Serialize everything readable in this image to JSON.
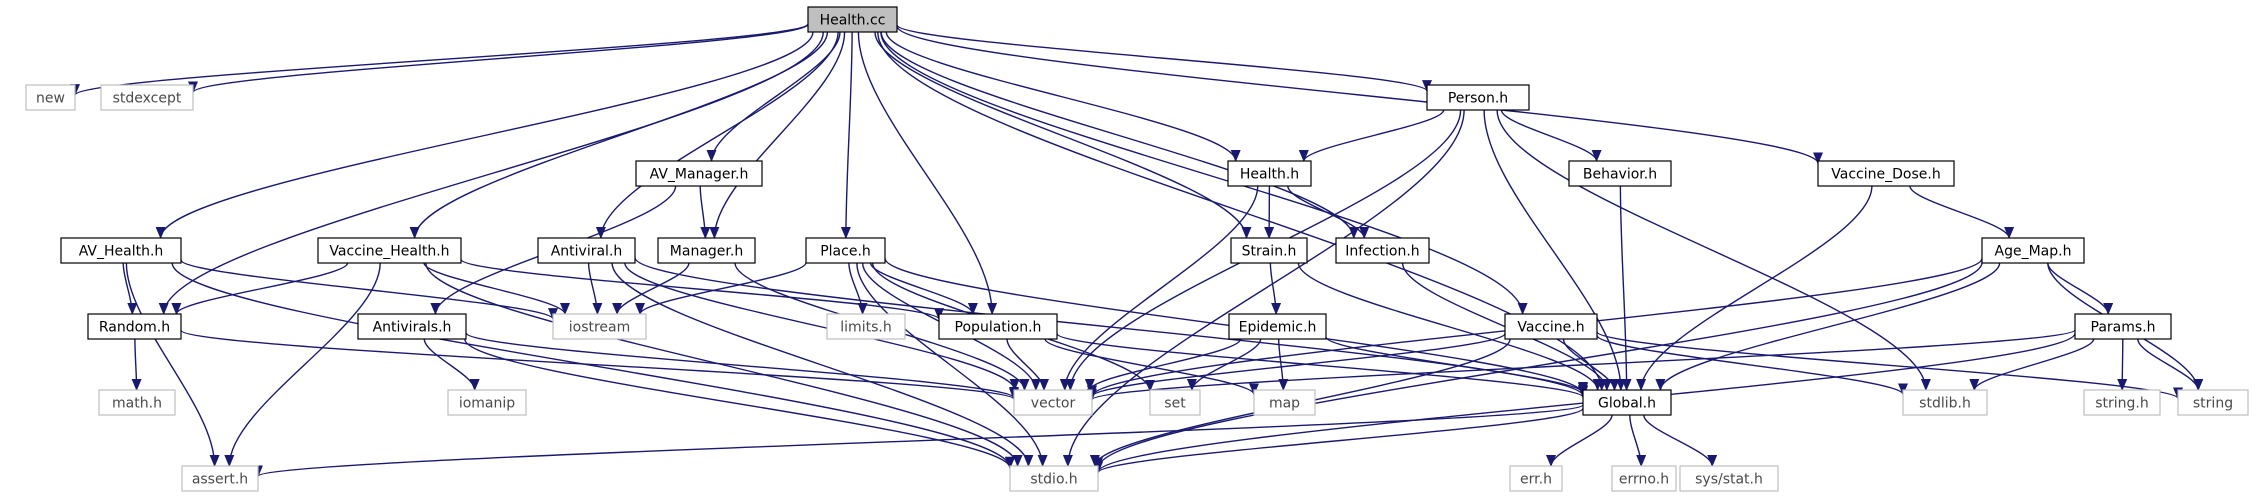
{
  "diagram": {
    "nodes": [
      {
        "id": "health_cc",
        "label": "Health.cc",
        "kind": "root"
      },
      {
        "id": "new",
        "label": "new",
        "kind": "sys"
      },
      {
        "id": "stdexcept",
        "label": "stdexcept",
        "kind": "sys"
      },
      {
        "id": "person_h",
        "label": "Person.h",
        "kind": "local"
      },
      {
        "id": "av_manager_h",
        "label": "AV_Manager.h",
        "kind": "local"
      },
      {
        "id": "health_h",
        "label": "Health.h",
        "kind": "local"
      },
      {
        "id": "behavior_h",
        "label": "Behavior.h",
        "kind": "local"
      },
      {
        "id": "vaccine_dose_h",
        "label": "Vaccine_Dose.h",
        "kind": "local"
      },
      {
        "id": "av_health_h",
        "label": "AV_Health.h",
        "kind": "local"
      },
      {
        "id": "vaccine_health_h",
        "label": "Vaccine_Health.h",
        "kind": "local"
      },
      {
        "id": "antiviral_h",
        "label": "Antiviral.h",
        "kind": "local"
      },
      {
        "id": "manager_h",
        "label": "Manager.h",
        "kind": "local"
      },
      {
        "id": "place_h",
        "label": "Place.h",
        "kind": "local"
      },
      {
        "id": "strain_h",
        "label": "Strain.h",
        "kind": "local"
      },
      {
        "id": "infection_h",
        "label": "Infection.h",
        "kind": "local"
      },
      {
        "id": "age_map_h",
        "label": "Age_Map.h",
        "kind": "local"
      },
      {
        "id": "random_h",
        "label": "Random.h",
        "kind": "local"
      },
      {
        "id": "antivirals_h",
        "label": "Antivirals.h",
        "kind": "local"
      },
      {
        "id": "iostream",
        "label": "iostream",
        "kind": "sys"
      },
      {
        "id": "limits_h",
        "label": "limits.h",
        "kind": "sys"
      },
      {
        "id": "population_h",
        "label": "Population.h",
        "kind": "local"
      },
      {
        "id": "epidemic_h",
        "label": "Epidemic.h",
        "kind": "local"
      },
      {
        "id": "vaccine_h",
        "label": "Vaccine.h",
        "kind": "local"
      },
      {
        "id": "params_h",
        "label": "Params.h",
        "kind": "local"
      },
      {
        "id": "math_h",
        "label": "math.h",
        "kind": "sys"
      },
      {
        "id": "iomanip",
        "label": "iomanip",
        "kind": "sys"
      },
      {
        "id": "vector",
        "label": "vector",
        "kind": "sys"
      },
      {
        "id": "set",
        "label": "set",
        "kind": "sys"
      },
      {
        "id": "map",
        "label": "map",
        "kind": "sys"
      },
      {
        "id": "global_h",
        "label": "Global.h",
        "kind": "local"
      },
      {
        "id": "stdlib_h",
        "label": "stdlib.h",
        "kind": "sys"
      },
      {
        "id": "string_h",
        "label": "string.h",
        "kind": "sys"
      },
      {
        "id": "string",
        "label": "string",
        "kind": "sys"
      },
      {
        "id": "assert_h",
        "label": "assert.h",
        "kind": "sys"
      },
      {
        "id": "stdio_h",
        "label": "stdio.h",
        "kind": "sys"
      },
      {
        "id": "err_h",
        "label": "err.h",
        "kind": "sys"
      },
      {
        "id": "errno_h",
        "label": "errno.h",
        "kind": "sys"
      },
      {
        "id": "sys_stat_h",
        "label": "sys/stat.h",
        "kind": "sys"
      }
    ],
    "edges": [
      [
        "health_cc",
        "new"
      ],
      [
        "health_cc",
        "stdexcept"
      ],
      [
        "health_cc",
        "av_health_h"
      ],
      [
        "health_cc",
        "random_h"
      ],
      [
        "health_cc",
        "vaccine_health_h"
      ],
      [
        "health_cc",
        "antiviral_h"
      ],
      [
        "health_cc",
        "av_manager_h"
      ],
      [
        "health_cc",
        "manager_h"
      ],
      [
        "health_cc",
        "place_h"
      ],
      [
        "health_cc",
        "population_h"
      ],
      [
        "health_cc",
        "vaccine_h"
      ],
      [
        "health_cc",
        "health_h"
      ],
      [
        "health_cc",
        "strain_h"
      ],
      [
        "health_cc",
        "infection_h"
      ],
      [
        "health_cc",
        "person_h"
      ],
      [
        "health_cc",
        "vaccine_dose_h"
      ],
      [
        "health_cc",
        "global_h"
      ],
      [
        "av_health_h",
        "random_h"
      ],
      [
        "av_health_h",
        "iostream"
      ],
      [
        "av_health_h",
        "assert_h"
      ],
      [
        "av_health_h",
        "stdio_h"
      ],
      [
        "vaccine_health_h",
        "random_h"
      ],
      [
        "vaccine_health_h",
        "iostream"
      ],
      [
        "vaccine_health_h",
        "assert_h"
      ],
      [
        "vaccine_health_h",
        "stdio_h"
      ],
      [
        "vaccine_health_h",
        "population_h"
      ],
      [
        "antiviral_h",
        "iostream"
      ],
      [
        "antiviral_h",
        "vector"
      ],
      [
        "antiviral_h",
        "stdio_h"
      ],
      [
        "antiviral_h",
        "global_h"
      ],
      [
        "av_manager_h",
        "manager_h"
      ],
      [
        "av_manager_h",
        "antivirals_h"
      ],
      [
        "manager_h",
        "iostream"
      ],
      [
        "manager_h",
        "vector"
      ],
      [
        "antivirals_h",
        "iomanip"
      ],
      [
        "antivirals_h",
        "vector"
      ],
      [
        "antivirals_h",
        "stdio_h"
      ],
      [
        "random_h",
        "math_h"
      ],
      [
        "random_h",
        "vector"
      ],
      [
        "place_h",
        "iostream"
      ],
      [
        "place_h",
        "limits_h"
      ],
      [
        "place_h",
        "population_h"
      ],
      [
        "place_h",
        "vector"
      ],
      [
        "place_h",
        "set"
      ],
      [
        "place_h",
        "stdio_h"
      ],
      [
        "place_h",
        "global_h"
      ],
      [
        "population_h",
        "vector"
      ],
      [
        "population_h",
        "map"
      ],
      [
        "population_h",
        "global_h"
      ],
      [
        "person_h",
        "health_h"
      ],
      [
        "person_h",
        "behavior_h"
      ],
      [
        "person_h",
        "vector"
      ],
      [
        "person_h",
        "stdio_h"
      ],
      [
        "person_h",
        "stdlib_h"
      ],
      [
        "person_h",
        "global_h"
      ],
      [
        "health_h",
        "strain_h"
      ],
      [
        "health_h",
        "infection_h"
      ],
      [
        "health_h",
        "vector"
      ],
      [
        "strain_h",
        "epidemic_h"
      ],
      [
        "strain_h",
        "global_h"
      ],
      [
        "infection_h",
        "global_h"
      ],
      [
        "behavior_h",
        "global_h"
      ],
      [
        "epidemic_h",
        "vector"
      ],
      [
        "epidemic_h",
        "set"
      ],
      [
        "epidemic_h",
        "map"
      ],
      [
        "epidemic_h",
        "global_h"
      ],
      [
        "vaccine_h",
        "vector"
      ],
      [
        "vaccine_h",
        "global_h"
      ],
      [
        "vaccine_h",
        "stdio_h"
      ],
      [
        "vaccine_h",
        "stdlib_h"
      ],
      [
        "vaccine_h",
        "string"
      ],
      [
        "vaccine_dose_h",
        "age_map_h"
      ],
      [
        "vaccine_dose_h",
        "global_h"
      ],
      [
        "age_map_h",
        "vector"
      ],
      [
        "age_map_h",
        "params_h"
      ],
      [
        "age_map_h",
        "global_h"
      ],
      [
        "age_map_h",
        "string"
      ],
      [
        "age_map_h",
        "stdio_h"
      ],
      [
        "params_h",
        "vector"
      ],
      [
        "params_h",
        "stdlib_h"
      ],
      [
        "params_h",
        "string_h"
      ],
      [
        "params_h",
        "string"
      ],
      [
        "params_h",
        "stdio_h"
      ],
      [
        "global_h",
        "assert_h"
      ],
      [
        "global_h",
        "stdio_h"
      ],
      [
        "global_h",
        "err_h"
      ],
      [
        "global_h",
        "errno_h"
      ],
      [
        "global_h",
        "sys_stat_h"
      ]
    ],
    "colors": {
      "edge": "#191970",
      "local_border": "#000000",
      "sys_border": "#bfbfbf",
      "root_fill": "#bfbfbf"
    }
  }
}
